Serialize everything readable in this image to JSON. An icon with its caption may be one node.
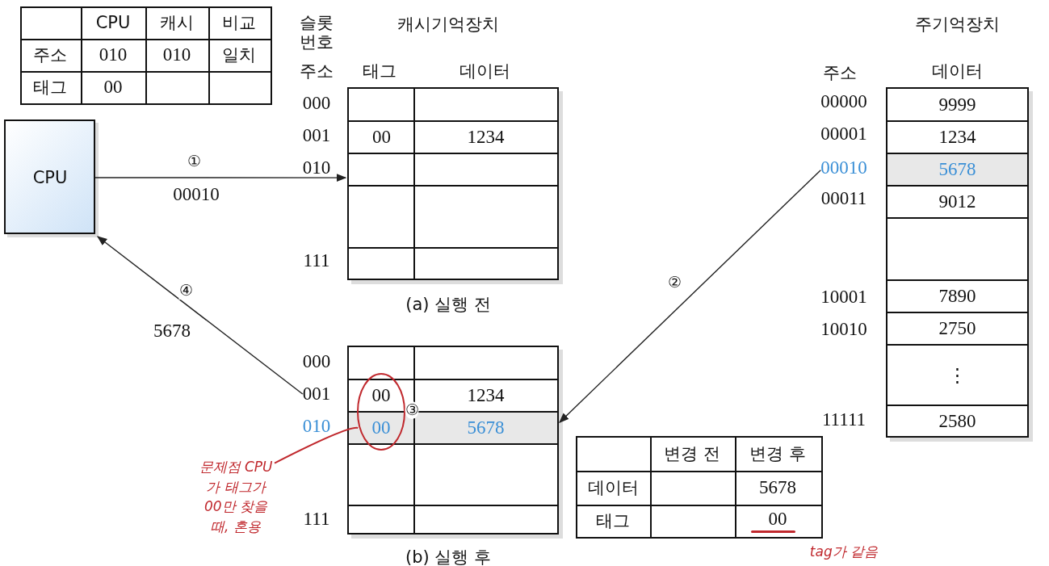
{
  "diagram": {
    "nodes": [
      {
        "text": [
          "CPU"
        ]
      },
      {
        "text": [
          "00",
          "1234"
        ],
        "beside": [
          "태그",
          "데이터",
          "(a) 실행 전"
        ]
      },
      {
        "text": [
          "1234",
          "5678"
        ],
        "beside": [
          "(b) 실행 후"
        ]
      },
      {
        "text": [
          "001"
        ]
      },
      {
        "text": [
          "9999",
          "1234",
          "5678",
          "9012",
          "7890",
          "2750",
          "⋮",
          "2580"
        ],
        "beside": [
          "데이터"
        ]
      },
      {
        "text": [
          "00010"
        ]
      },
      {
        "text": [
          "00",
          "00"
        ],
        "in": 2
      },
      {
        "text": [
          "문제점 CPU 가 태그가 00만 찾을 때, 혼용"
        ]
      }
    ],
    "edges": [
      {
        "from": 0,
        "to": 1,
        "arrow": "to",
        "label": "①"
      },
      {
        "from": 5,
        "to": 2,
        "arrow": "to",
        "label": "②"
      },
      {
        "from": 3,
        "to": 0,
        "arrow": "to",
        "label": "④"
      },
      {
        "from": 7,
        "to": 6,
        "arrow": "none",
        "color": "#c0282d"
      }
    ],
    "labels": [
      "CPU",
      "캐시",
      "비교",
      "주소",
      "010",
      "010",
      "일치",
      "태그",
      "00",
      "슬롯 번호",
      "캐시기억장치",
      "주기억장치",
      "주소",
      "주소",
      "000",
      "00000",
      "001",
      "00001",
      "010",
      "00010",
      "00011",
      "111",
      "10001",
      "5678",
      "10010",
      "000",
      "③",
      "010",
      "11111",
      "변경 전",
      "변경 후",
      "데이터",
      "5678",
      "111",
      "태그",
      "00",
      "tag가 같음"
    ]
  }
}
